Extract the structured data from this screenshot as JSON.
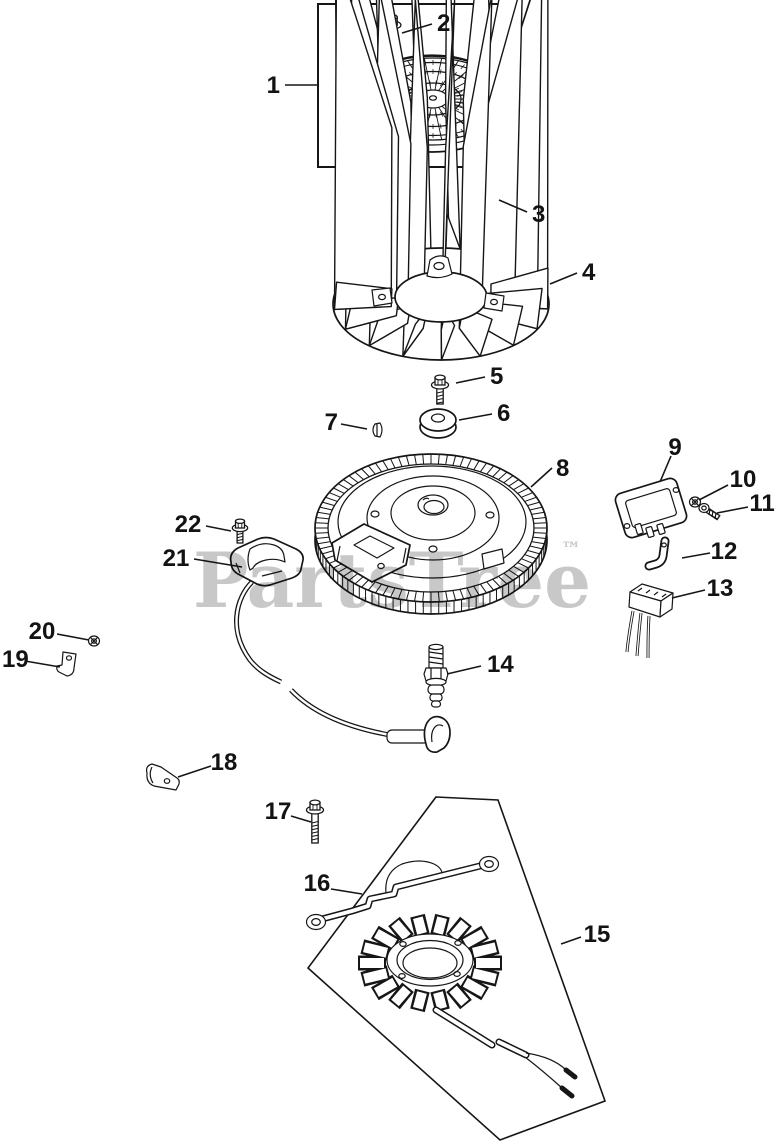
{
  "watermark": {
    "text": "PartsTree",
    "trademark": "™",
    "color": "#c8c8c8"
  },
  "callouts": [
    {
      "label": "1"
    },
    {
      "label": "2"
    },
    {
      "label": "3"
    },
    {
      "label": "4"
    },
    {
      "label": "5"
    },
    {
      "label": "6"
    },
    {
      "label": "7"
    },
    {
      "label": "8"
    },
    {
      "label": "9"
    },
    {
      "label": "10"
    },
    {
      "label": "11"
    },
    {
      "label": "12"
    },
    {
      "label": "13"
    },
    {
      "label": "14"
    },
    {
      "label": "15"
    },
    {
      "label": "16"
    },
    {
      "label": "17"
    },
    {
      "label": "18"
    },
    {
      "label": "19"
    },
    {
      "label": "20"
    },
    {
      "label": "21"
    },
    {
      "label": "22"
    }
  ]
}
